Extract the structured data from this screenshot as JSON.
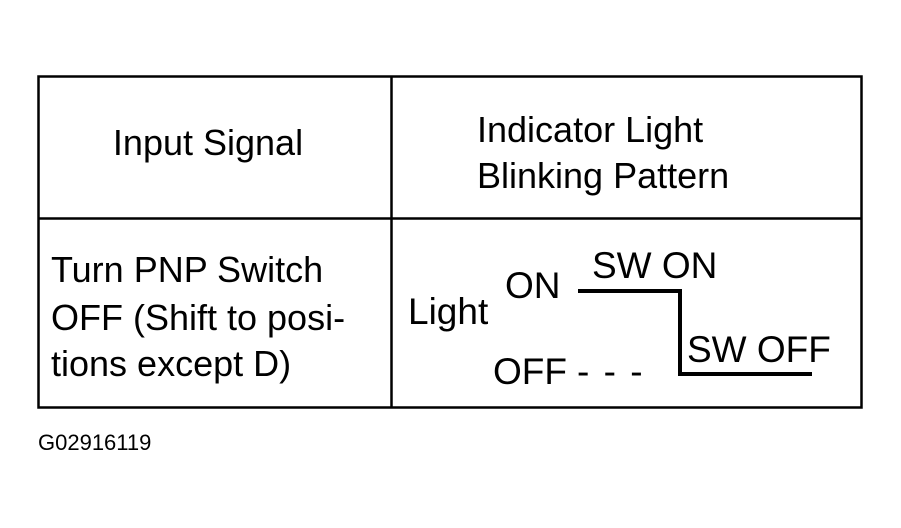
{
  "table": {
    "header": {
      "col1": "Input Signal",
      "col2_line1": "Indicator Light",
      "col2_line2": "Blinking Pattern"
    },
    "row1": {
      "input_lines": [
        "Turn PNP Switch",
        "OFF (Shift to posi-",
        "tions except D)"
      ]
    }
  },
  "pattern": {
    "light_label": "Light",
    "on_label": "ON",
    "off_label": "OFF",
    "sw_on_label": "SW ON",
    "sw_off_label": "SW OFF",
    "dash_text": "- - -"
  },
  "figure_code": "G02916119"
}
